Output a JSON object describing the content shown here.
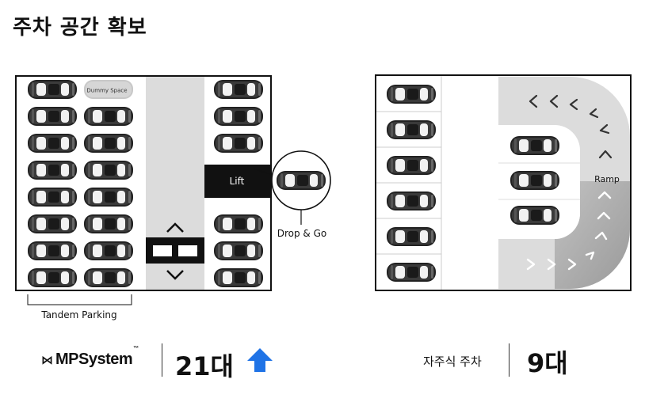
{
  "title": "주차 공간 확보",
  "left_diagram": {
    "dummy_space": "Dummy Space",
    "lift": "Lift",
    "drop_go": "Drop & Go",
    "tandem": "Tandem Parking"
  },
  "right_diagram": {
    "ramp": "Ramp"
  },
  "footer": {
    "brand": "MPSystem",
    "brand_tm": "™",
    "mp_count": "21대",
    "self_label": "자주식 주차",
    "self_count": "9대"
  },
  "colors": {
    "accent_blue": "#1f73e6",
    "lane_gray": "#dcdcdc",
    "ramp_dark": "#a8a8a8"
  }
}
